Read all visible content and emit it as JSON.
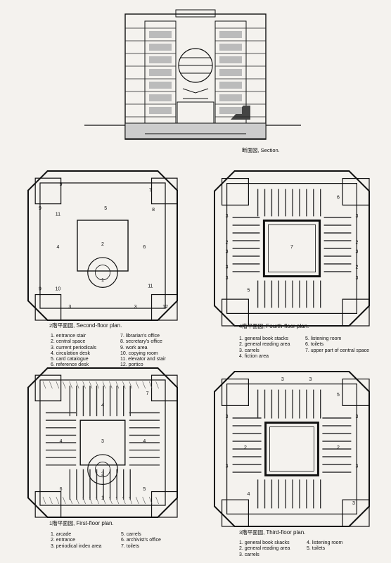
{
  "section": {
    "caption": "断面図, Section."
  },
  "plans": [
    {
      "id": "second",
      "caption_ja": "2階平面図,",
      "caption_en": "Second-floor plan.",
      "labels": [
        "9",
        "9",
        "7",
        "11",
        "5",
        "8",
        "4",
        "2",
        "6",
        "1",
        "9",
        "10",
        "11",
        "3",
        "3",
        "12"
      ],
      "legend": [
        [
          "1. entrance stair",
          "2. central space",
          "3. current periodicals",
          "4. circulation desk",
          "5. card catalogue",
          "6. reference desk"
        ],
        [
          "7. librarian's office",
          "8. secretary's office",
          "9. work area",
          "10. copying room",
          "11. elevator and stair",
          "12. portico"
        ]
      ]
    },
    {
      "id": "fourth",
      "caption_ja": "4階平面図,",
      "caption_en": "Fourth-floor plan.",
      "labels": [
        "6",
        "3",
        "3",
        "2",
        "3",
        "2",
        "3",
        "7",
        "3",
        "2",
        "3",
        "5",
        "3"
      ],
      "legend": [
        [
          "1. general book stacks",
          "2. general reading area",
          "3. carrels",
          "4. fiction area"
        ],
        [
          "5. listening room",
          "6. toilets",
          "7. upper part of central space"
        ]
      ]
    },
    {
      "id": "first",
      "caption_ja": "1階平面図,",
      "caption_en": "First-floor plan.",
      "labels": [
        "7",
        "4",
        "4",
        "3",
        "4",
        "2",
        "6",
        "1",
        "5"
      ],
      "legend": [
        [
          "1. arcade",
          "2. entrance",
          "3. periodical index area"
        ],
        [
          "5. carrels",
          "6. archivist's office",
          "7. toilets"
        ]
      ]
    },
    {
      "id": "third",
      "caption_ja": "3階平面図,",
      "caption_en": "Third-floor plan.",
      "labels": [
        "3",
        "3",
        "3",
        "5",
        "3",
        "2",
        "2",
        "3",
        "4",
        "3",
        "3"
      ],
      "legend": [
        [
          "1. general book skacks",
          "2. general reading area",
          "3. carrels"
        ],
        [
          "4. listening room",
          "5. toilets"
        ]
      ]
    }
  ]
}
